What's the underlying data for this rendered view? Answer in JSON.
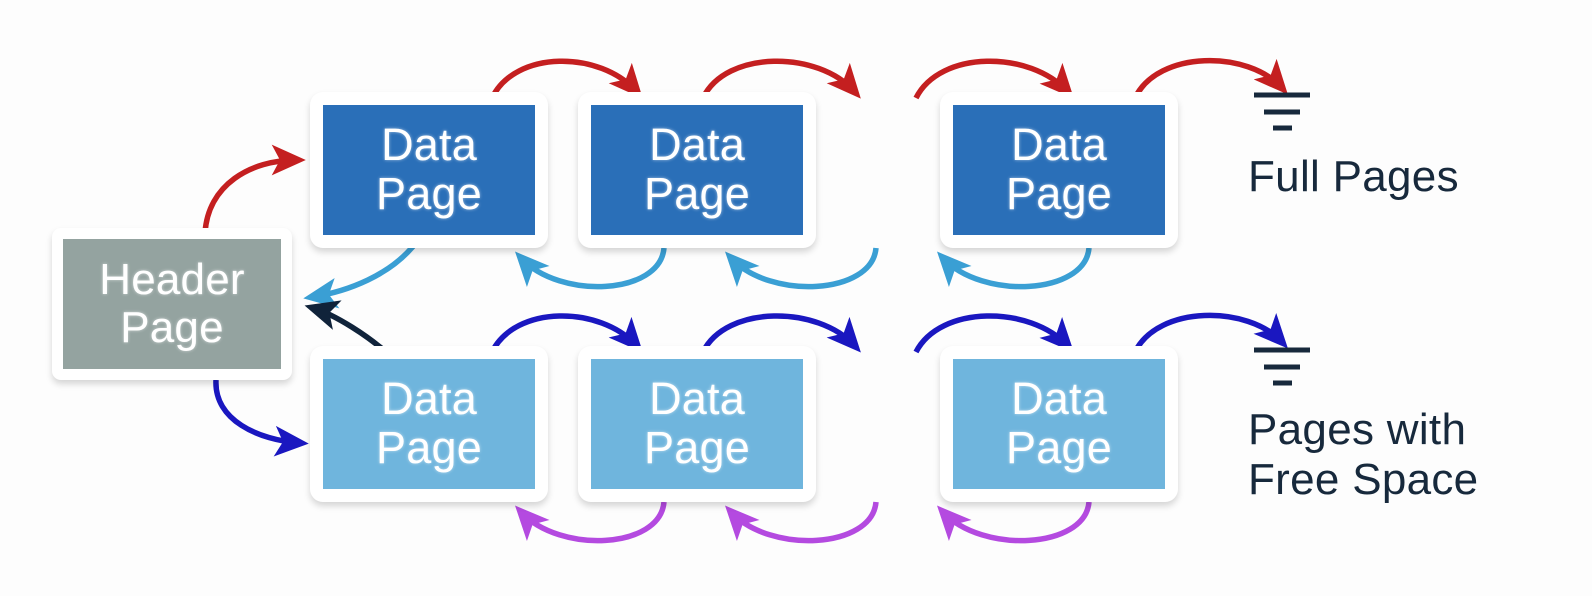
{
  "diagram": {
    "title": "Heap file page directory with full pages and pages with free space",
    "background": "#fdfdfd",
    "colors": {
      "full_page_fill": "#2a6fb8",
      "free_page_fill": "#6fb5dd",
      "header_fill": "#94a3a0",
      "frame": "#ffffff",
      "node_text": "#ffffff",
      "legend_text": "#17293c",
      "arrow_red": "#c41f20",
      "arrow_cyan": "#3a9fd4",
      "arrow_blue": "#1a17c0",
      "arrow_purple": "#b44ae0",
      "arrow_black": "#10233a"
    },
    "header_node": {
      "label_line1": "Header",
      "label_line2": "Page",
      "name": "header-page"
    },
    "full_pages_row": {
      "legend": "Full Pages",
      "terminator": "ground-symbol",
      "nodes": [
        {
          "label_line1": "Data",
          "label_line2": "Page"
        },
        {
          "label_line1": "Data",
          "label_line2": "Page"
        },
        {
          "label_line1": "Data",
          "label_line2": "Page"
        }
      ]
    },
    "free_space_row": {
      "legend": "Pages with\nFree Space",
      "terminator": "ground-symbol",
      "nodes": [
        {
          "label_line1": "Data",
          "label_line2": "Page"
        },
        {
          "label_line1": "Data",
          "label_line2": "Page"
        },
        {
          "label_line1": "Data",
          "label_line2": "Page"
        }
      ]
    },
    "edges": [
      {
        "name": "header-to-first-full-page",
        "color": "arrow_red",
        "direction": "forward"
      },
      {
        "name": "first-full-page-to-header",
        "color": "arrow_cyan",
        "direction": "backward"
      },
      {
        "name": "header-to-first-free-page",
        "color": "arrow_blue",
        "direction": "forward"
      },
      {
        "name": "first-free-page-to-header",
        "color": "arrow_black",
        "direction": "backward"
      },
      {
        "name": "full-page-next-pointer",
        "color": "arrow_red",
        "direction": "forward"
      },
      {
        "name": "full-page-prev-pointer",
        "color": "arrow_cyan",
        "direction": "backward"
      },
      {
        "name": "free-page-next-pointer",
        "color": "arrow_blue",
        "direction": "forward"
      },
      {
        "name": "free-page-prev-pointer",
        "color": "arrow_purple",
        "direction": "backward"
      }
    ]
  }
}
